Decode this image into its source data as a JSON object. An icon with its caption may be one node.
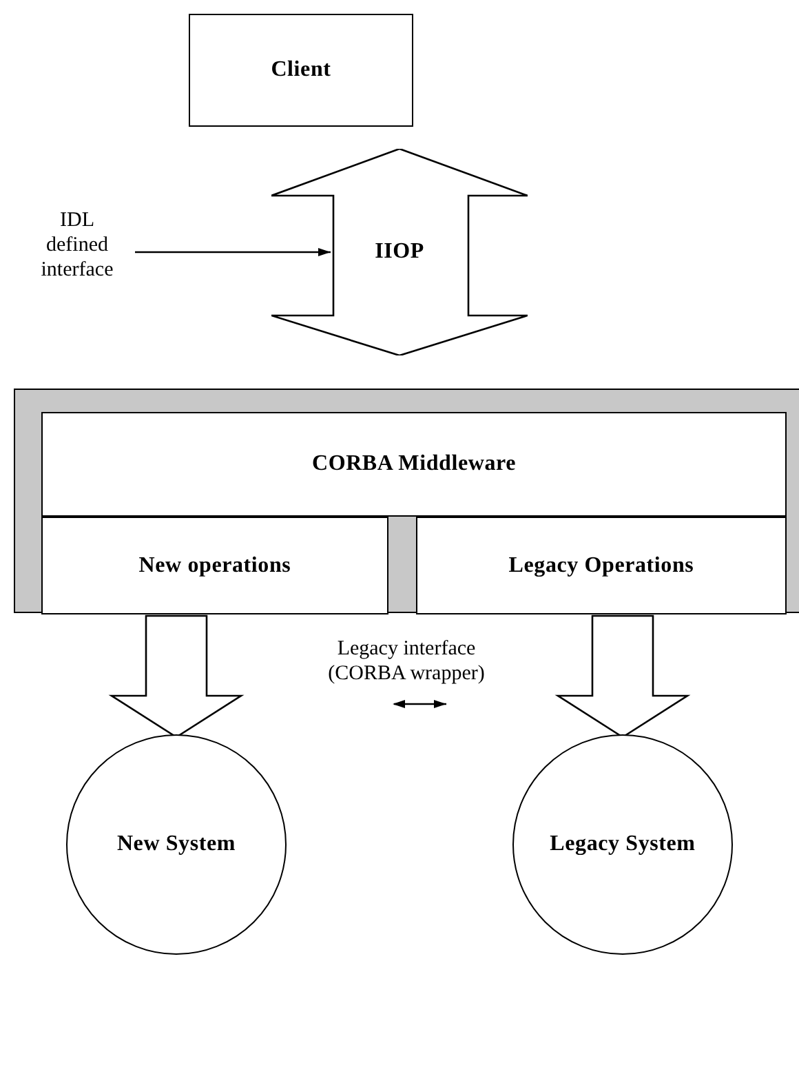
{
  "diagram": {
    "nodes": [
      {
        "text": [
          "Client"
        ]
      },
      {
        "text": [
          "IIOP"
        ]
      },
      {
        "text": [
          "IDL defined interface"
        ]
      },
      {
        "text": [],
        "shape": "box"
      },
      {
        "text": [
          "CORBA Middleware"
        ],
        "in": 3
      },
      {
        "text": [
          "New operations"
        ],
        "in": 3
      },
      {
        "text": [
          "Legacy Operations"
        ],
        "in": 3
      },
      {
        "text": [
          "New System"
        ]
      },
      {
        "text": [
          "Legacy System"
        ]
      }
    ],
    "edges": [
      {
        "from": 2,
        "to": 1,
        "arrow": "to"
      },
      {
        "from": 5,
        "to": 7,
        "arrow": "to",
        "style": "thick"
      },
      {
        "from": 6,
        "to": 8,
        "arrow": "to",
        "style": "thick"
      }
    ],
    "labels": [
      "Legacy interface (CORBA wrapper)"
    ]
  }
}
